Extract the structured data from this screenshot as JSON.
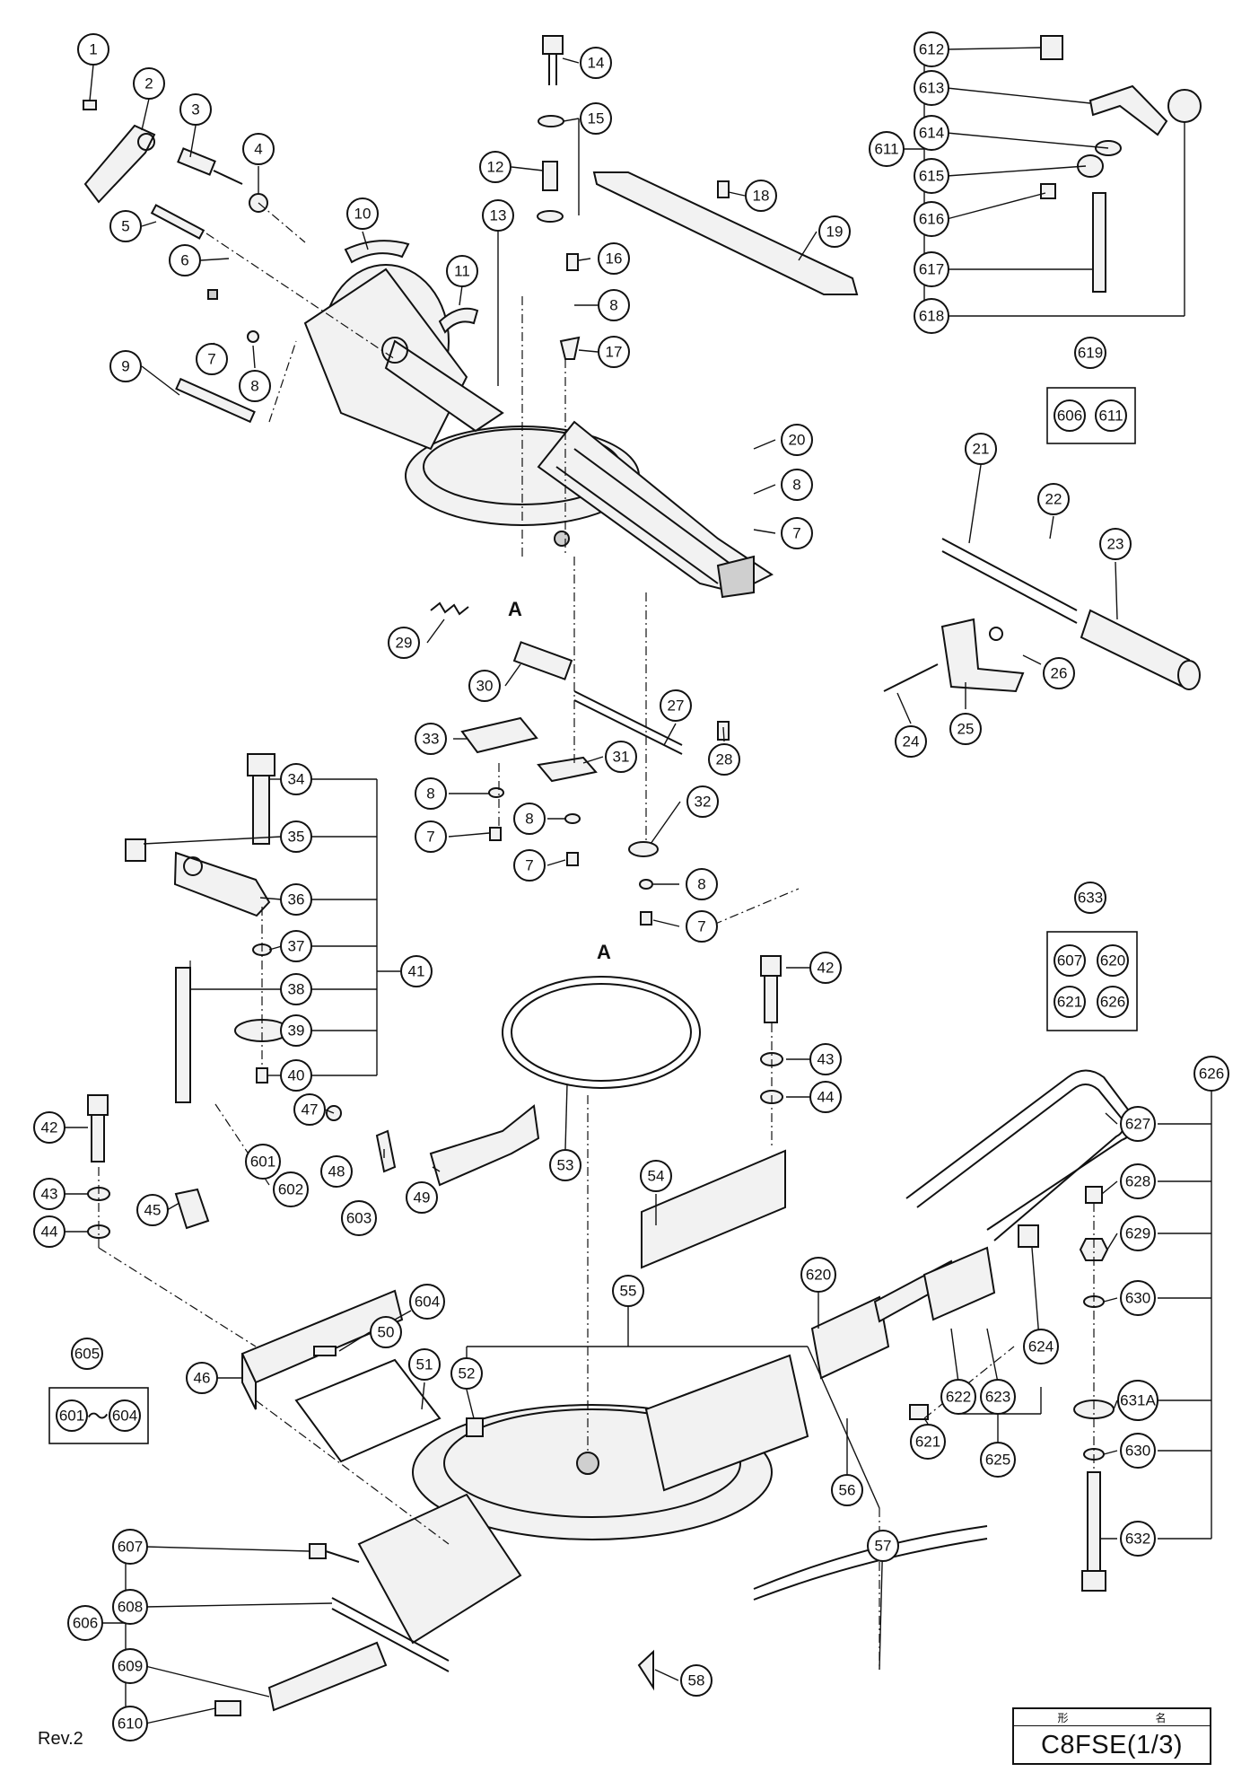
{
  "drawing": {
    "revision": "Rev.2",
    "detail_label": "A",
    "range_separator": "～",
    "title_block": {
      "header_left": "形",
      "header_right": "名",
      "model": "C8FSE(1/3)"
    }
  },
  "callouts": [
    {
      "id": "c1",
      "label": "1"
    },
    {
      "id": "c2",
      "label": "2"
    },
    {
      "id": "c3",
      "label": "3"
    },
    {
      "id": "c4",
      "label": "4"
    },
    {
      "id": "c5",
      "label": "5"
    },
    {
      "id": "c6",
      "label": "6"
    },
    {
      "id": "c7a",
      "label": "7"
    },
    {
      "id": "c8a",
      "label": "8"
    },
    {
      "id": "c9",
      "label": "9"
    },
    {
      "id": "c10",
      "label": "10"
    },
    {
      "id": "c11",
      "label": "11"
    },
    {
      "id": "c12",
      "label": "12"
    },
    {
      "id": "c13",
      "label": "13"
    },
    {
      "id": "c14",
      "label": "14"
    },
    {
      "id": "c15",
      "label": "15"
    },
    {
      "id": "c16",
      "label": "16"
    },
    {
      "id": "c8b",
      "label": "8"
    },
    {
      "id": "c17",
      "label": "17"
    },
    {
      "id": "c18",
      "label": "18"
    },
    {
      "id": "c19",
      "label": "19"
    },
    {
      "id": "c20",
      "label": "20"
    },
    {
      "id": "c8c",
      "label": "8"
    },
    {
      "id": "c7b",
      "label": "7"
    },
    {
      "id": "c21",
      "label": "21"
    },
    {
      "id": "c22",
      "label": "22"
    },
    {
      "id": "c23",
      "label": "23"
    },
    {
      "id": "c26",
      "label": "26"
    },
    {
      "id": "c29",
      "label": "29"
    },
    {
      "id": "c30",
      "label": "30"
    },
    {
      "id": "c27",
      "label": "27"
    },
    {
      "id": "c28",
      "label": "28"
    },
    {
      "id": "c24",
      "label": "24"
    },
    {
      "id": "c25",
      "label": "25"
    },
    {
      "id": "c33",
      "label": "33"
    },
    {
      "id": "c31",
      "label": "31"
    },
    {
      "id": "c32",
      "label": "32"
    },
    {
      "id": "c8d",
      "label": "8"
    },
    {
      "id": "c7c",
      "label": "7"
    },
    {
      "id": "c8e",
      "label": "8"
    },
    {
      "id": "c7d",
      "label": "7"
    },
    {
      "id": "c8f",
      "label": "8"
    },
    {
      "id": "c7e",
      "label": "7"
    },
    {
      "id": "c34",
      "label": "34"
    },
    {
      "id": "c35",
      "label": "35"
    },
    {
      "id": "c36",
      "label": "36"
    },
    {
      "id": "c37",
      "label": "37"
    },
    {
      "id": "c38",
      "label": "38"
    },
    {
      "id": "c41",
      "label": "41"
    },
    {
      "id": "c39",
      "label": "39"
    },
    {
      "id": "c40",
      "label": "40"
    },
    {
      "id": "c42a",
      "label": "42"
    },
    {
      "id": "c43a",
      "label": "43"
    },
    {
      "id": "c44a",
      "label": "44"
    },
    {
      "id": "c42b",
      "label": "42"
    },
    {
      "id": "c43b",
      "label": "43"
    },
    {
      "id": "c44b",
      "label": "44"
    },
    {
      "id": "c45",
      "label": "45"
    },
    {
      "id": "c47",
      "label": "47"
    },
    {
      "id": "c601",
      "label": "601"
    },
    {
      "id": "c48",
      "label": "48"
    },
    {
      "id": "c602",
      "label": "602"
    },
    {
      "id": "c49",
      "label": "49"
    },
    {
      "id": "c603",
      "label": "603"
    },
    {
      "id": "c53",
      "label": "53"
    },
    {
      "id": "c54",
      "label": "54"
    },
    {
      "id": "c604",
      "label": "604"
    },
    {
      "id": "c50",
      "label": "50"
    },
    {
      "id": "c46",
      "label": "46"
    },
    {
      "id": "c51",
      "label": "51"
    },
    {
      "id": "c52",
      "label": "52"
    },
    {
      "id": "c55",
      "label": "55"
    },
    {
      "id": "c56",
      "label": "56"
    },
    {
      "id": "c57",
      "label": "57"
    },
    {
      "id": "c58",
      "label": "58"
    },
    {
      "id": "c607",
      "label": "607"
    },
    {
      "id": "c606",
      "label": "606"
    },
    {
      "id": "c608",
      "label": "608"
    },
    {
      "id": "c609",
      "label": "609"
    },
    {
      "id": "c610",
      "label": "610"
    },
    {
      "id": "c620",
      "label": "620"
    },
    {
      "id": "c621",
      "label": "621"
    },
    {
      "id": "c622",
      "label": "622"
    },
    {
      "id": "c623",
      "label": "623"
    },
    {
      "id": "c624",
      "label": "624"
    },
    {
      "id": "c625",
      "label": "625"
    },
    {
      "id": "c612",
      "label": "612"
    },
    {
      "id": "c613",
      "label": "613"
    },
    {
      "id": "c614",
      "label": "614"
    },
    {
      "id": "c611",
      "label": "611"
    },
    {
      "id": "c615",
      "label": "615"
    },
    {
      "id": "c616",
      "label": "616"
    },
    {
      "id": "c617",
      "label": "617"
    },
    {
      "id": "c618",
      "label": "618"
    },
    {
      "id": "c627",
      "label": "627"
    },
    {
      "id": "c628",
      "label": "628"
    },
    {
      "id": "c629",
      "label": "629"
    },
    {
      "id": "c630a",
      "label": "630"
    },
    {
      "id": "c631",
      "label": "631A"
    },
    {
      "id": "c630b",
      "label": "630"
    },
    {
      "id": "c632",
      "label": "632"
    },
    {
      "id": "c626",
      "label": "626"
    }
  ],
  "groups": [
    {
      "id": "g619",
      "label": "619",
      "members": [
        "606",
        "611"
      ]
    },
    {
      "id": "g633",
      "label": "633",
      "members": [
        "607",
        "620",
        "621",
        "626"
      ]
    },
    {
      "id": "g605",
      "label": "605",
      "range_start": "601",
      "range_end": "604"
    }
  ]
}
